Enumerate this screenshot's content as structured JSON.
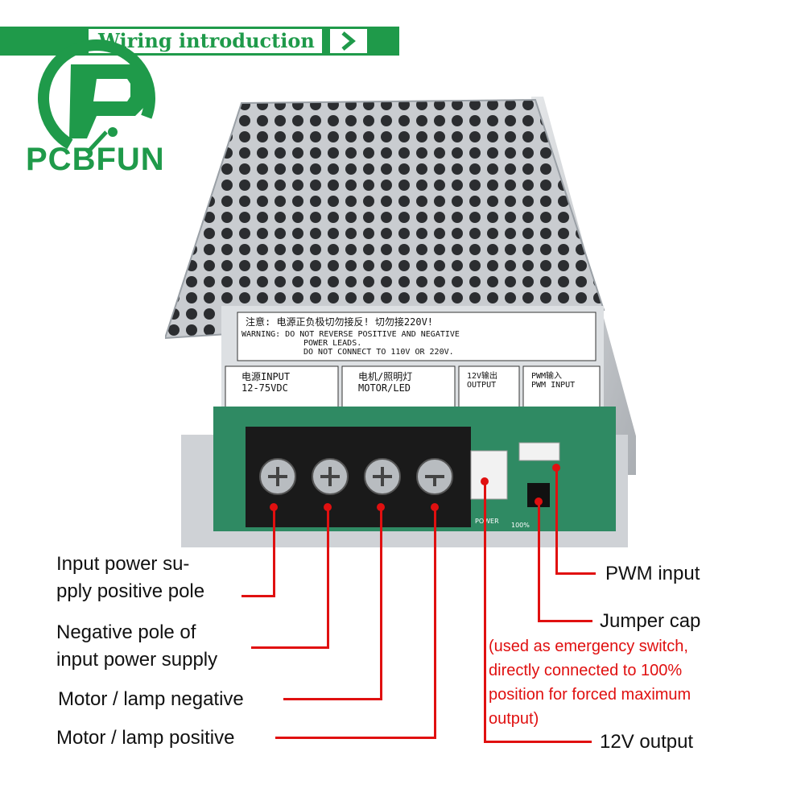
{
  "banner": {
    "title": "Wiring introduction",
    "arrow_icon": "chevron-right-icon"
  },
  "brand": {
    "name": "PCBFUN",
    "color": "#1f9a4a"
  },
  "device": {
    "warning_cn": "注意: 电源正负极切勿接反! 切勿接220V!",
    "warning_en_1": "WARNING: DO NOT REVERSE POSITIVE AND NEGATIVE",
    "warning_en_2": "POWER LEADS.",
    "warning_en_3": "DO NOT CONNECT TO 110V OR 220V.",
    "term_input_cn": "电源INPUT",
    "term_input_range": "12-75VDC",
    "term_motor_cn": "电机/照明灯",
    "term_motor_en": "MOTOR/LED",
    "term_12v_cn": "12V输出",
    "term_12v_en": "OUTPUT",
    "term_pwm_cn": "PWM输入",
    "term_pwm_en": "PWM INPUT",
    "pcb_power": "POWER",
    "pcb_100": "100%"
  },
  "labels": {
    "input_pos": "Input power su-\npply positive pole",
    "input_neg": "Negative pole of\ninput power supply",
    "motor_neg": "Motor / lamp negative",
    "motor_pos": "Motor / lamp positive",
    "pwm_input": "PWM input",
    "jumper_cap": "Jumper cap",
    "jumper_note": "(used as emergency switch,\ndirectly connected to 100%\nposition for forced maximum\noutput)",
    "output_12v": "12V output"
  },
  "colors": {
    "accent": "#e01010",
    "green": "#1f9a4a"
  }
}
